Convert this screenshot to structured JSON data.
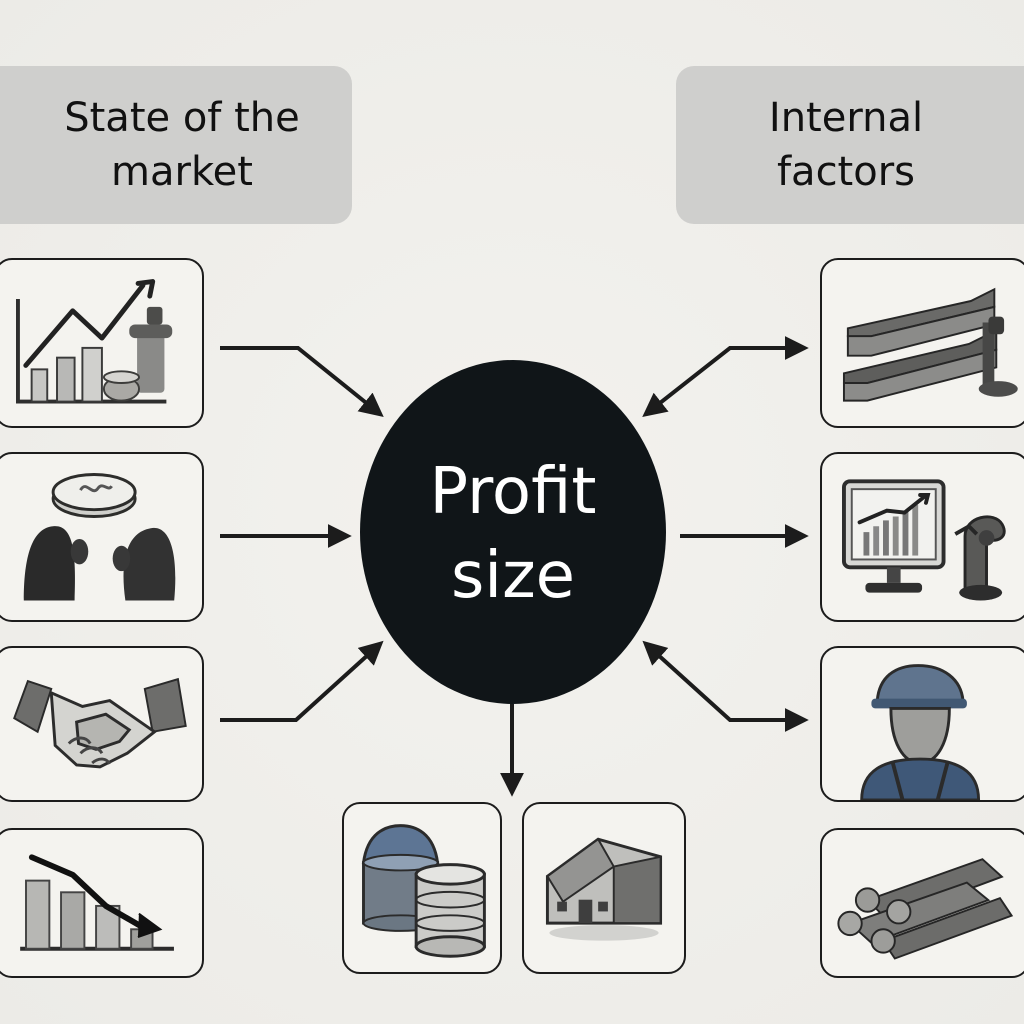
{
  "diagram": {
    "left_category": "State of the\nmarket",
    "right_category": "Internal\nfactors",
    "center": "Profit\nsize"
  },
  "icons": {
    "left": [
      "market-growth-chart-icon",
      "market-competition-icon",
      "handshake-icon",
      "declining-chart-icon"
    ],
    "right": [
      "metal-beams-icon",
      "monitor-with-chart-and-robot-arm-icon",
      "worker-with-helmet-icon",
      "logs-icon"
    ],
    "bottom": [
      "storage-tanks-icon",
      "warehouse-icon"
    ]
  },
  "colors": {
    "center_fill": "#101518",
    "header_fill": "#cfcfcd",
    "line": "#1c1c1c",
    "accent_blue": "#4f6c8f"
  }
}
